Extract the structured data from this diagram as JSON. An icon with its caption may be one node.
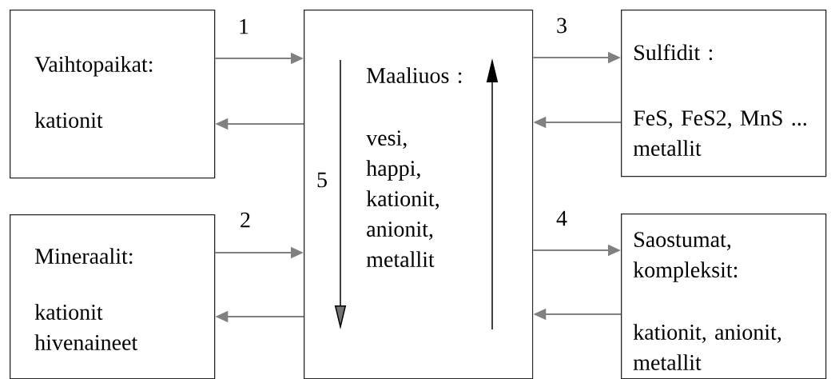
{
  "diagram": {
    "nodes": [
      {
        "text": [
          "Vaihtopaikat:",
          "kationit"
        ]
      },
      {
        "text": [
          "Mineraalit:",
          "kationit hivenaineet"
        ]
      },
      {
        "text": [
          "Maaliuos :",
          "vesi, happi, kationit, anionit, metallit"
        ]
      },
      {
        "text": [
          "Sulfidit :",
          "FeS, FeS2, MnS ... metallit"
        ]
      },
      {
        "text": [
          "Saostumat, kompleksit:",
          "kationit, anionit, metallit"
        ]
      }
    ],
    "edges": [
      {
        "from": 0,
        "to": 2,
        "arrow": "to"
      },
      {
        "from": 2,
        "to": 0,
        "arrow": "to"
      },
      {
        "from": 1,
        "to": 2,
        "arrow": "to"
      },
      {
        "from": 2,
        "to": 1,
        "arrow": "to"
      },
      {
        "from": 2,
        "to": 3,
        "arrow": "to"
      },
      {
        "from": 3,
        "to": 2,
        "arrow": "to"
      },
      {
        "from": 2,
        "to": 4,
        "arrow": "to"
      },
      {
        "from": 4,
        "to": 2,
        "arrow": "to"
      }
    ],
    "labels": [
      "1",
      "2",
      "3",
      "4",
      "5"
    ]
  }
}
